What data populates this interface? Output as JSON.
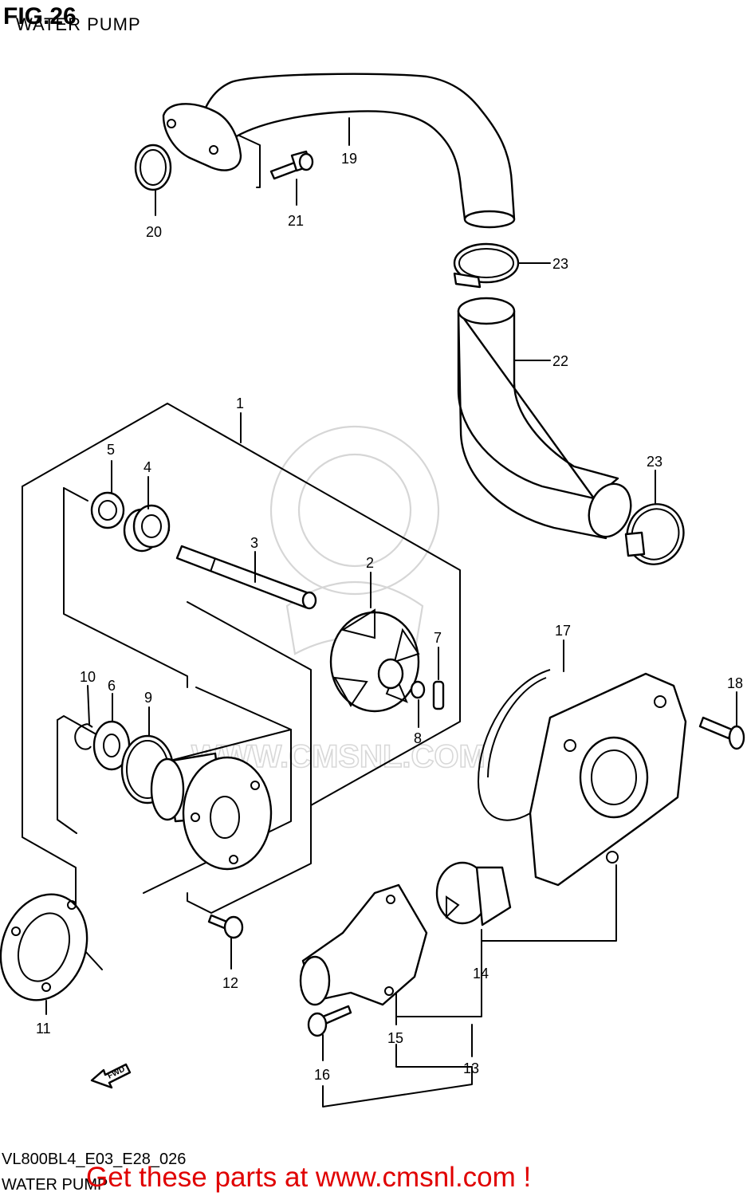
{
  "header": {
    "fig": "FIG.26",
    "title": "WATER PUMP"
  },
  "watermark": "WWW.CMSNL.COM",
  "fwd_label": "FWD",
  "callouts": {
    "c1": "1",
    "c2": "2",
    "c3": "3",
    "c4": "4",
    "c5": "5",
    "c6": "6",
    "c7": "7",
    "c8": "8",
    "c9": "9",
    "c10": "10",
    "c11": "11",
    "c12": "12",
    "c13": "13",
    "c14": "14",
    "c15": "15",
    "c16": "16",
    "c17": "17",
    "c18": "18",
    "c19": "19",
    "c20": "20",
    "c21": "21",
    "c22": "22",
    "c23a": "23",
    "c23b": "23"
  },
  "footer": {
    "code": "VL800BL4_E03_E28_026",
    "subtitle": "WATER PUMP",
    "promo": "Get these parts at www.cmsnl.com !"
  }
}
